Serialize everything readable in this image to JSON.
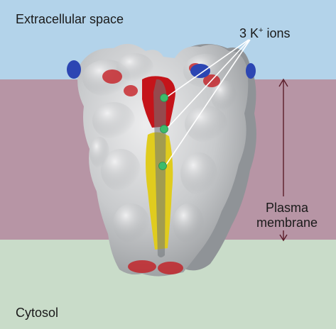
{
  "labels": {
    "extracellular": "Extracellular space",
    "ion_count": "3 K",
    "ion_charge": "+",
    "ion_word": " ions",
    "membrane_line1": "Plasma",
    "membrane_line2": "membrane",
    "cytosol": "Cytosol"
  },
  "ions": {
    "count": 3
  },
  "colors": {
    "extracellular": "#b3d3ea",
    "membrane": "#b795a5",
    "cytosol": "#c9dcc9",
    "protein_surface": "#c8cacc",
    "acidic_residue": "#c5141a",
    "basic_residue": "#2c46b3",
    "hydrophobic_lining": "#e0cc1e",
    "ion": "#3dbb6c",
    "annotation": "#5a1d2a",
    "pointer_line": "#ffffff"
  }
}
